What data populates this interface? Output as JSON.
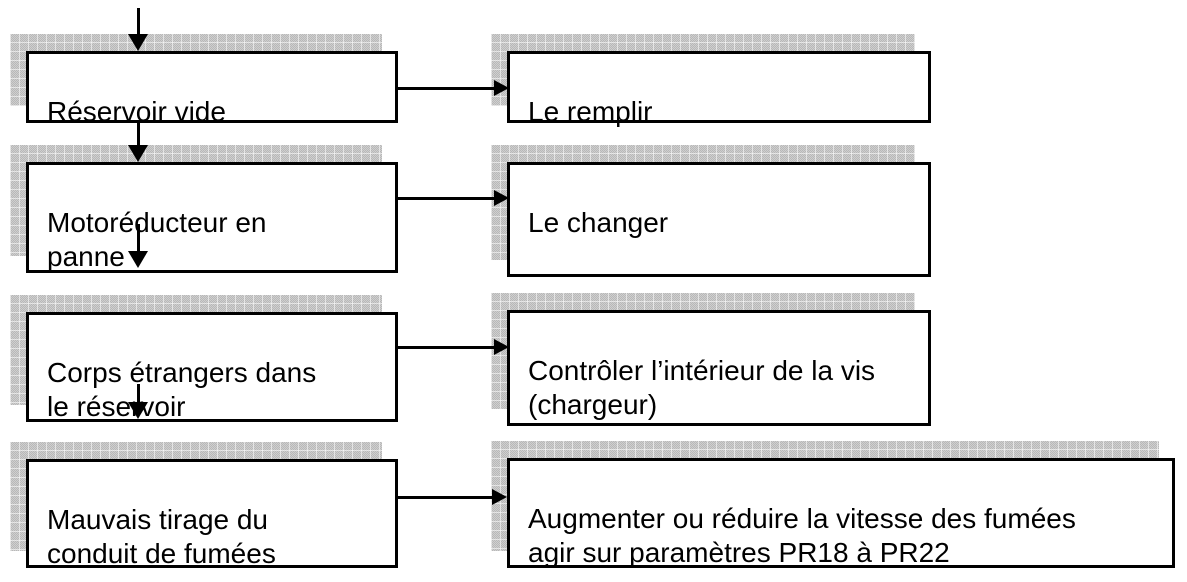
{
  "diagram": {
    "type": "troubleshooting-flowchart",
    "language": "fr",
    "rows": [
      {
        "problem": "Réservoir vide",
        "solution": "Le remplir"
      },
      {
        "problem": "Motoréducteur en\npanne",
        "solution": "Le changer"
      },
      {
        "problem": "Corps étrangers dans\nle réservoir",
        "solution": "Contrôler l’intérieur de la vis\n(chargeur)"
      },
      {
        "problem": "Mauvais tirage du\nconduit de fumées",
        "solution": "Augmenter ou réduire la vitesse des fumées\nagir sur paramètres PR18 à PR22"
      }
    ],
    "colors": {
      "box_background": "#ffffff",
      "box_border": "#000000",
      "shadow_band_gray": "#c3c3c3",
      "shadow_band_grid": "#e0e0e0",
      "arrow": "#000000",
      "text": "#000000"
    }
  }
}
